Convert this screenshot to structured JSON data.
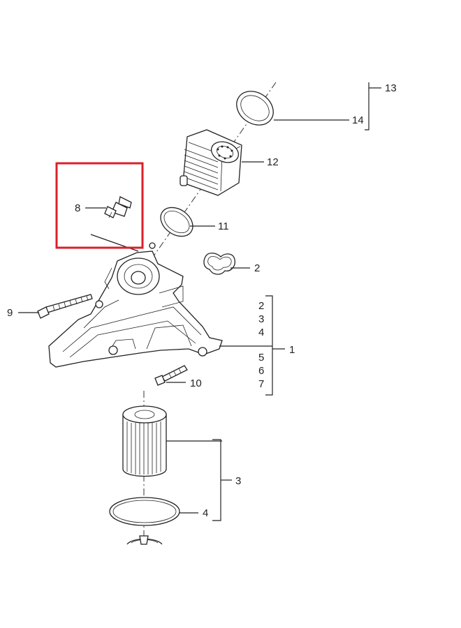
{
  "callouts": {
    "c1": "1",
    "c2a": "2",
    "c2b": "2",
    "c3a": "3",
    "c3b": "3",
    "c4a": "4",
    "c4b": "4",
    "c5": "5",
    "c6": "6",
    "c7": "7",
    "c8": "8",
    "c9": "9",
    "c10": "10",
    "c11": "11",
    "c12": "12",
    "c13": "13",
    "c14": "14"
  },
  "highlight_color": "#d9202a"
}
